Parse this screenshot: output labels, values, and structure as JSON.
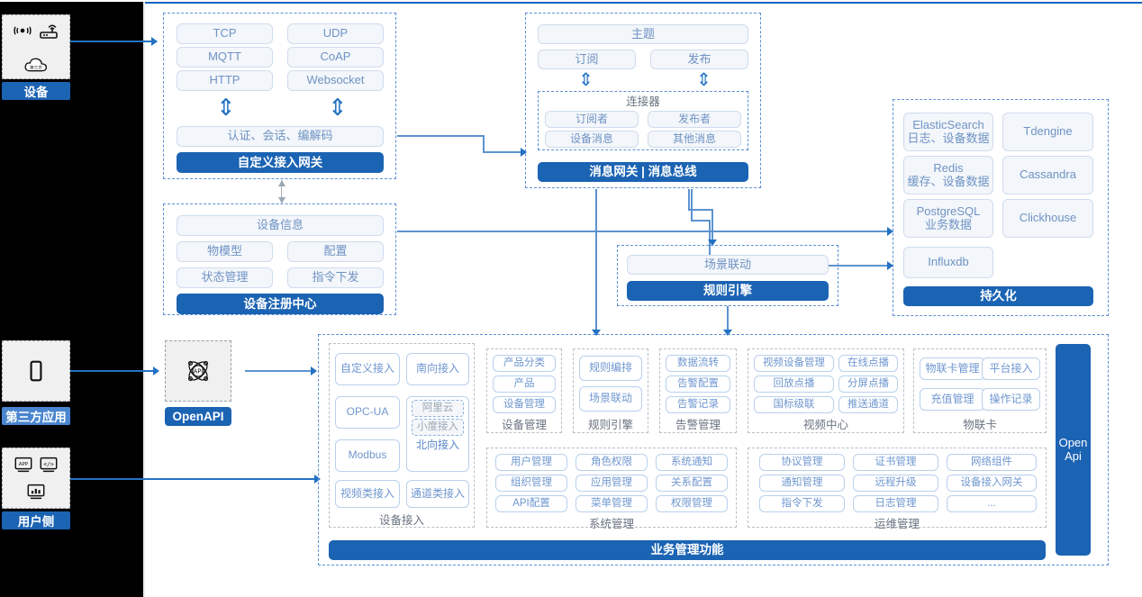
{
  "title": "IoT Platform Architecture Diagram",
  "sources": [
    {
      "name": "device-source",
      "label": "设备",
      "icons": [
        "wifi-signal-icon",
        "router-icon",
        "cloud-icon"
      ]
    },
    {
      "name": "third-party-app-source",
      "label": "第三方应用",
      "icons": [
        "mobile-phone-icon"
      ]
    },
    {
      "name": "user-side-source",
      "label": "用户侧",
      "icons": [
        "app-window-icon",
        "code-window-icon",
        "dashboard-chart-icon"
      ]
    }
  ],
  "openapi_node": {
    "label": "OpenAPI",
    "icon": "api-atom-icon"
  },
  "gateway": {
    "protocols": [
      "TCP",
      "UDP",
      "MQTT",
      "CoAP",
      "HTTP",
      "Websocket"
    ],
    "middle": "认证、会话、编解码",
    "footer": "自定义接入网关"
  },
  "message_bus": {
    "topic": "主题",
    "subscribe": "订阅",
    "publish": "发布",
    "connector": {
      "title": "连接器",
      "items": [
        "订阅者",
        "发布者",
        "设备消息",
        "其他消息"
      ]
    },
    "footer": "消息网关 | 消息总线"
  },
  "device_registry": {
    "header": "设备信息",
    "items": [
      "物模型",
      "配置",
      "状态管理",
      "指令下发"
    ],
    "footer": "设备注册中心"
  },
  "rule_engine": {
    "item": "场景联动",
    "footer": "规则引擎"
  },
  "persistence": {
    "stores": [
      {
        "name": "ElasticSearch",
        "desc": "日志、设备数据"
      },
      {
        "name": "Tdengine",
        "desc": ""
      },
      {
        "name": "Redis",
        "desc": "缓存、设备数据"
      },
      {
        "name": "Cassandra",
        "desc": ""
      },
      {
        "name": "PostgreSQL",
        "desc": "业务数据"
      },
      {
        "name": "Clickhouse",
        "desc": ""
      },
      {
        "name": "Influxdb",
        "desc": ""
      }
    ],
    "footer": "持久化"
  },
  "business": {
    "footer": "业务管理功能",
    "open_api_side": "Open\nApi",
    "groups": [
      {
        "name": "device-access",
        "caption": "设备接入",
        "items": [
          "自定义接入",
          "南向接入",
          "OPC-UA",
          "Modbus",
          "视频类接入",
          "通道类接入"
        ],
        "nested": {
          "parent": "北向接入",
          "children": [
            "阿里云",
            "小度接入"
          ]
        }
      },
      {
        "name": "device-management",
        "caption": "设备管理",
        "items": [
          "产品分类",
          "产品",
          "设备管理"
        ]
      },
      {
        "name": "rule-engine",
        "caption": "规则引擎",
        "items": [
          "规则编排",
          "场景联动"
        ]
      },
      {
        "name": "alarm-management",
        "caption": "告警管理",
        "items": [
          "数据流转",
          "告警配置",
          "告警记录"
        ]
      },
      {
        "name": "video-center",
        "caption": "视频中心",
        "items": [
          "视频设备管理",
          "在线点播",
          "回放点播",
          "分屏点播",
          "国标级联",
          "推送通道"
        ]
      },
      {
        "name": "iot-card",
        "caption": "物联卡",
        "items": [
          "物联卡管理",
          "平台接入",
          "充值管理",
          "操作记录"
        ]
      },
      {
        "name": "system-management",
        "caption": "系统管理",
        "items": [
          "用户管理",
          "角色权限",
          "系统通知",
          "组织管理",
          "应用管理",
          "关系配置",
          "API配置",
          "菜单管理",
          "权限管理"
        ]
      },
      {
        "name": "ops-management",
        "caption": "运维管理",
        "items": [
          "协议管理",
          "证书管理",
          "网络组件",
          "通知管理",
          "远程升级",
          "设备接入网关",
          "指令下发",
          "日志管理",
          "..."
        ]
      }
    ]
  },
  "colors": {
    "primary": "#1b63b3",
    "primary_light": "#4a86cf",
    "arrow": "#2372c4",
    "chip_bg": "#f3f6fa",
    "chip_text": "#6f93c4",
    "dashed_border": "#5b8fd4"
  }
}
